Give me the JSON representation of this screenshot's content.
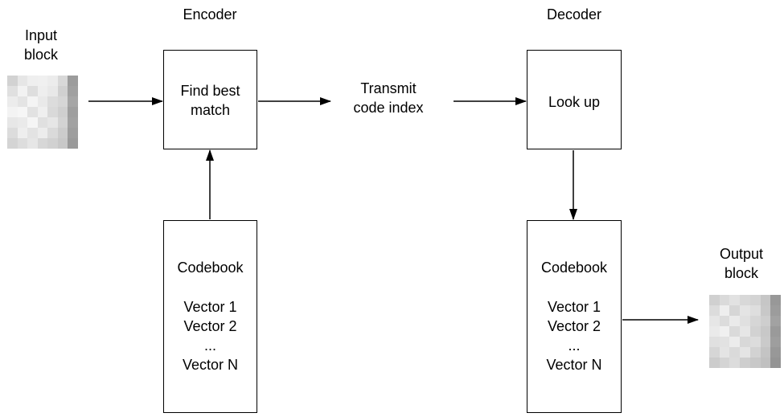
{
  "headings": {
    "encoder": "Encoder",
    "decoder": "Decoder"
  },
  "input_block": {
    "line1": "Input",
    "line2": "block"
  },
  "output_block": {
    "line1": "Output",
    "line2": "block"
  },
  "encoder_box": {
    "line1": "Find best",
    "line2": "match"
  },
  "transmit": {
    "line1": "Transmit",
    "line2": "code index"
  },
  "decoder_box": {
    "label": "Look up"
  },
  "encoder_codebook": {
    "title": "Codebook",
    "items": [
      "Vector 1",
      "Vector 2",
      "...",
      "Vector N"
    ]
  },
  "decoder_codebook": {
    "title": "Codebook",
    "items": [
      "Vector 1",
      "Vector 2",
      "...",
      "Vector N"
    ]
  },
  "input_pixels": [
    "#d2d2d2",
    "#e6e6e6",
    "#efefef",
    "#f0f0f0",
    "#ececec",
    "#d8d8d8",
    "#9c9c9c",
    "#e0e0e0",
    "#f2f2f2",
    "#dedede",
    "#eeeeee",
    "#e8e8e8",
    "#d0d0d0",
    "#a0a0a0",
    "#ececec",
    "#e4e4e4",
    "#f4f4f4",
    "#e9e9e9",
    "#dcdcdc",
    "#d6d6d6",
    "#a6a6a6",
    "#f3f3f3",
    "#f6f6f6",
    "#e2e2e2",
    "#efefef",
    "#d9d9d9",
    "#cfcfcf",
    "#9f9f9f",
    "#e7e7e7",
    "#eaeaea",
    "#f5f5f5",
    "#e0e0e0",
    "#e6e6e6",
    "#d3d3d3",
    "#a2a2a2",
    "#dcdcdc",
    "#eeeeee",
    "#e3e3e3",
    "#ececec",
    "#dadada",
    "#cccccc",
    "#9e9e9e",
    "#d4d4d4",
    "#dddddd",
    "#e6e6e6",
    "#d7d7d7",
    "#d1d1d1",
    "#c8c8c8",
    "#9a9a9a"
  ],
  "output_pixels": [
    "#d0d0d0",
    "#dadada",
    "#e2e2e2",
    "#d8d8d8",
    "#d4d4d4",
    "#c6c6c6",
    "#989898",
    "#dcdcdc",
    "#eeeeee",
    "#d6d6d6",
    "#e4e4e4",
    "#dedede",
    "#c8c8c8",
    "#9c9c9c",
    "#e6e6e6",
    "#dcdcdc",
    "#eaeaea",
    "#e0e0e0",
    "#d6d6d6",
    "#cecece",
    "#a2a2a2",
    "#eaeaea",
    "#f0f0f0",
    "#dadada",
    "#e6e6e6",
    "#d2d2d2",
    "#c8c8c8",
    "#9a9a9a",
    "#e0e0e0",
    "#e2e2e2",
    "#ececec",
    "#d8d8d8",
    "#dcdcdc",
    "#cacaca",
    "#9e9e9e",
    "#d6d6d6",
    "#e4e4e4",
    "#dadada",
    "#e4e4e4",
    "#d2d2d2",
    "#c4c4c4",
    "#989898",
    "#cccccc",
    "#d4d4d4",
    "#dcdcdc",
    "#cecece",
    "#c8c8c8",
    "#c0c0c0",
    "#949494"
  ]
}
